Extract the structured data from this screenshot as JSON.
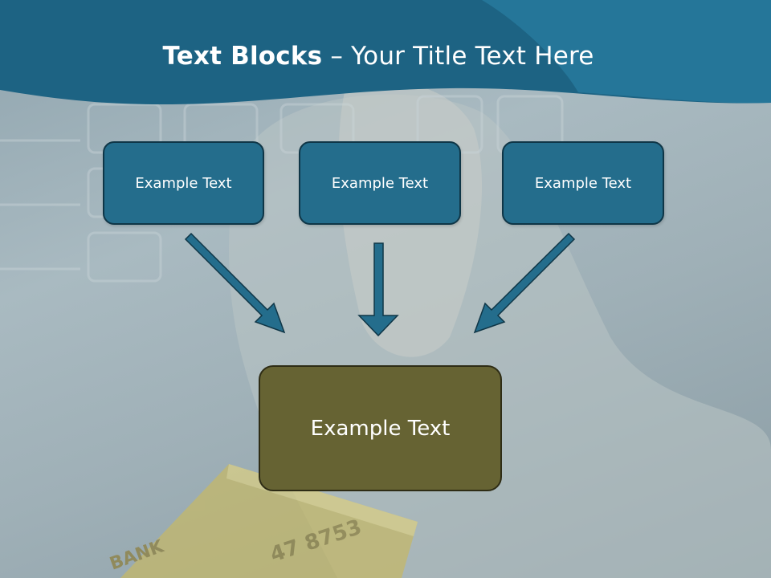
{
  "slide": {
    "title_bold": "Text Blocks",
    "title_dash": " – ",
    "title_rest": "Your Title Text Here"
  },
  "blocks": {
    "top": [
      "Example Text",
      "Example Text",
      "Example Text"
    ],
    "main": "Example Text"
  },
  "colors": {
    "header_band": "#1d6383",
    "top_box": "#246d8c",
    "main_box": "#666333",
    "arrow": "#246d8c"
  },
  "background": {
    "card_text_1": "BANK",
    "card_text_2": "47 8753"
  }
}
